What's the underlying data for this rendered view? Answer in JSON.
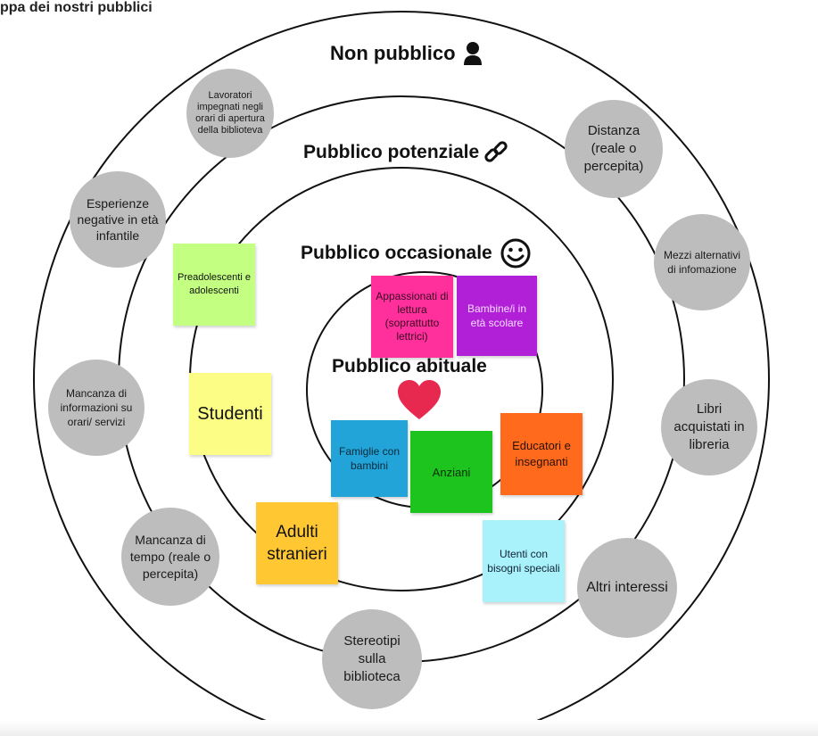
{
  "title": "ppa dei nostri pubblici",
  "rings": {
    "non_pubblico": {
      "label": "Non pubblico",
      "icon": "person-icon"
    },
    "potenziale": {
      "label": "Pubblico potenziale",
      "icon": "link-icon"
    },
    "occasionale": {
      "label": "Pubblico occasionale",
      "icon": "smiley-icon"
    },
    "abituale": {
      "label": "Pubblico abituale",
      "icon": "heart-icon"
    }
  },
  "barriers": {
    "lavoratori": "Lavoratori impegnati negli orari di apertura della biblioteva",
    "distanza": "Distanza (reale o percepita)",
    "esperienze": "Esperienze negative in età infantile",
    "mezzi": "Mezzi alternativi di infomazione",
    "mancanza_info": "Mancanza di informazioni su orari/ servizi",
    "libri": "Libri acquistati in libreria",
    "mancanza_tempo": "Mancanza di tempo (reale o percepita)",
    "altri": "Altri interessi",
    "stereotipi": "Stereotipi sulla biblioteca"
  },
  "groups": {
    "preadolescenti": "Preadolescenti e adolescenti",
    "appassionati": "Appassionati di lettura (soprattutto lettrici)",
    "bambini": "Bambine/i in età scolare",
    "studenti": "Studenti",
    "famiglie": "Famiglie con bambini",
    "anziani": "Anziani",
    "educatori": "Educatori e insegnanti",
    "adulti": "Adulti stranieri",
    "utenti": "Utenti con bisogni speciali"
  },
  "colors": {
    "bubble": "#bdbdbd",
    "ring_stroke": "#111111",
    "heart": "#e8294f",
    "preadolescenti": "#c3ff80",
    "appassionati": "#ff2f9b",
    "bambini": "#b11fd6",
    "studenti": "#fbfd85",
    "famiglie": "#22a4d9",
    "anziani": "#1ec41e",
    "educatori": "#ff6a1c",
    "adulti": "#ffc832",
    "utenti": "#a9f1fb"
  }
}
